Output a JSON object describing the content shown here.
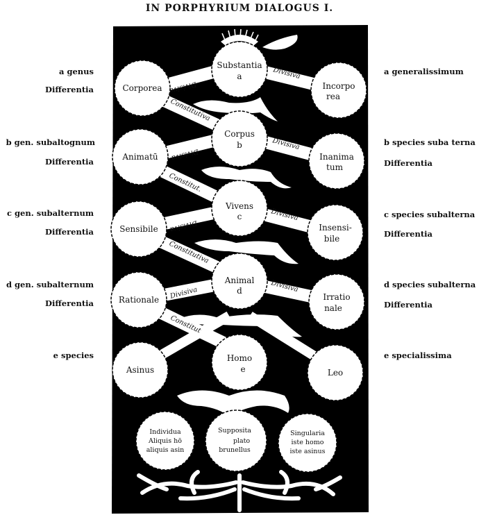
{
  "title": "IN PORPHYRIUM DIALOGUS I.",
  "left_labels": [
    {
      "id": "a-genus",
      "text": "a  genus"
    },
    {
      "id": "a-differentia",
      "text": "Differentia"
    },
    {
      "id": "b-gen",
      "text": "b  gen. subaltognum"
    },
    {
      "id": "b-differentia",
      "text": "Differentia"
    },
    {
      "id": "c-gen",
      "text": "c  gen. subalternum"
    },
    {
      "id": "c-differentia",
      "text": "Differentia"
    },
    {
      "id": "d-gen",
      "text": "d  gen. subalternum"
    },
    {
      "id": "d-differentia",
      "text": "Differentia"
    },
    {
      "id": "e-species",
      "text": "e  species"
    }
  ],
  "right_labels": [
    {
      "id": "a-generalissimum",
      "text": "a  generalissimum"
    },
    {
      "id": "b-species",
      "text": "b  species suba terna"
    },
    {
      "id": "b-differentia",
      "text": "Differentia"
    },
    {
      "id": "c-species",
      "text": "c  species subalterna"
    },
    {
      "id": "c-differentia",
      "text": "Differentia"
    },
    {
      "id": "d-species",
      "text": "d  species subalterna"
    },
    {
      "id": "d-differentia",
      "text": "Differentia"
    },
    {
      "id": "e-specialissima",
      "text": "e  specialissima"
    }
  ],
  "nodes": {
    "substantia": [
      "Substantia",
      "a"
    ],
    "corporea": [
      "Corporea"
    ],
    "incorporea": [
      "Incorpo",
      "rea"
    ],
    "corpus": [
      "Corpus",
      "b"
    ],
    "animatum": [
      "Animatū"
    ],
    "inanimatum": [
      "Inanima",
      "tum"
    ],
    "vivens": [
      "Vivens",
      "c"
    ],
    "sensibile": [
      "Sensibile"
    ],
    "insensibile": [
      "Insensi-",
      "bile"
    ],
    "animal": [
      "Animal",
      "d"
    ],
    "rationale": [
      "Rationale"
    ],
    "irrationale": [
      "Irratio",
      "nale"
    ],
    "homo": [
      "Homo",
      "e"
    ],
    "asinus": [
      "Asinus"
    ],
    "leo": [
      "Leo"
    ],
    "individua": [
      "Individua",
      "Aliquis hō",
      "aliquis asin"
    ],
    "supposita": [
      "Supposita",
      "plato",
      "brunellus"
    ],
    "singularia": [
      "Singularia",
      "iste homo",
      "iste asinus"
    ]
  },
  "bands": {
    "divisiva": "Divisiva",
    "divisiva_short": "Divisiva",
    "constitutiva": "Constitutiva",
    "constitut": "Constitut.",
    "constitutiva2": "Constitutiva",
    "constitut2": "Constitut"
  }
}
